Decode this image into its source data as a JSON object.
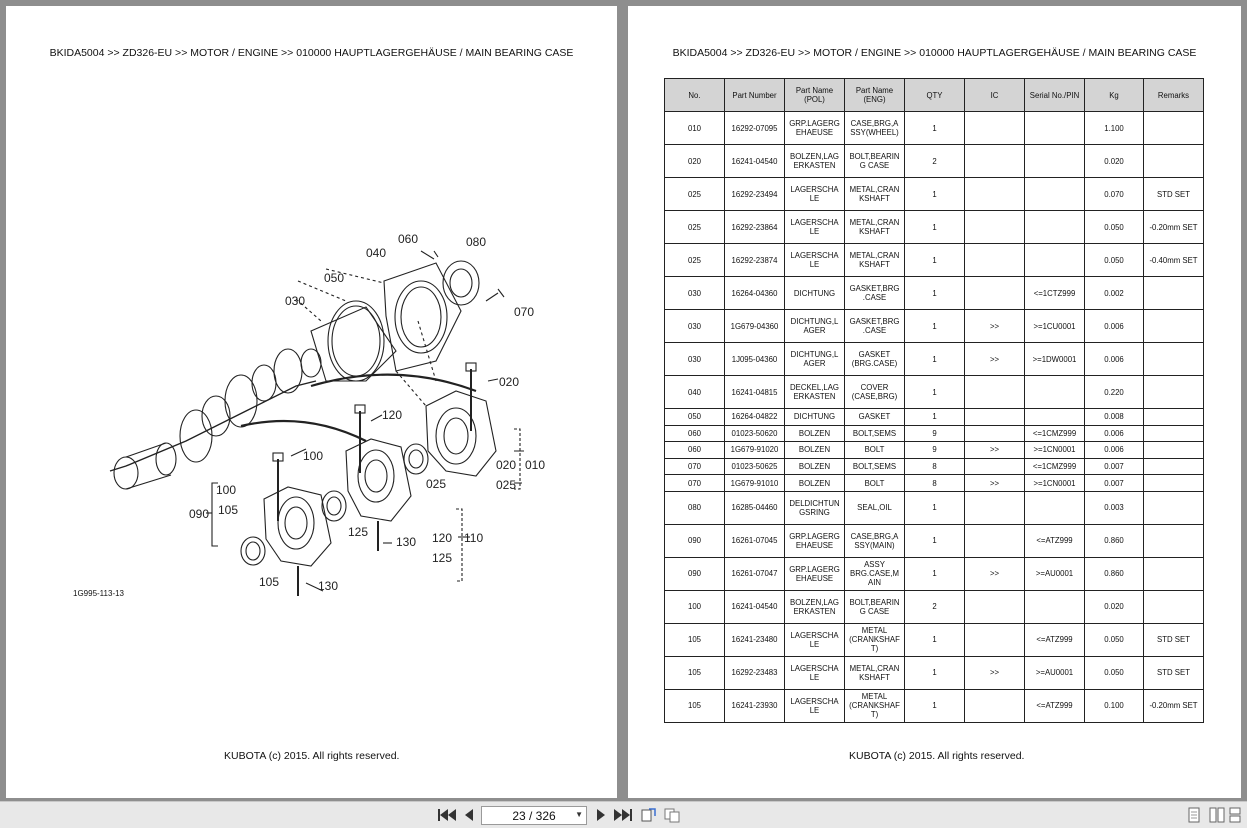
{
  "header": "BKIDA5004 >> ZD326-EU >> MOTOR / ENGINE >> 010000   HAUPTLAGERGEHÄUSE / MAIN BEARING CASE",
  "footer": "KUBOTA (c) 2015. All rights reserved.",
  "diagram": {
    "code": "1G995-113-13",
    "callouts": [
      "010",
      "020",
      "025",
      "030",
      "040",
      "050",
      "060",
      "070",
      "080",
      "090",
      "100",
      "105",
      "120",
      "125",
      "130"
    ]
  },
  "table": {
    "headers": [
      "No.",
      "Part Number",
      "Part Name (POL)",
      "Part Name (ENG)",
      "QTY",
      "IC",
      "Serial No./PIN",
      "Kg",
      "Remarks"
    ],
    "rows": [
      [
        "010",
        "16292-07095",
        "GRP.LAGERG EHAEUSE",
        "CASE,BRG,A SSY(WHEEL)",
        "1",
        "",
        "",
        "1.100",
        ""
      ],
      [
        "020",
        "16241-04540",
        "BOLZEN,LAG ERKASTEN",
        "BOLT,BEARIN G CASE",
        "2",
        "",
        "",
        "0.020",
        ""
      ],
      [
        "025",
        "16292-23494",
        "LAGERSCHA LE",
        "METAL,CRAN KSHAFT",
        "1",
        "",
        "",
        "0.070",
        "STD SET"
      ],
      [
        "025",
        "16292-23864",
        "LAGERSCHA LE",
        "METAL,CRAN KSHAFT",
        "1",
        "",
        "",
        "0.050",
        "-0.20mm SET"
      ],
      [
        "025",
        "16292-23874",
        "LAGERSCHA LE",
        "METAL,CRAN KSHAFT",
        "1",
        "",
        "",
        "0.050",
        "-0.40mm SET"
      ],
      [
        "030",
        "16264-04360",
        "DICHTUNG",
        "GASKET,BRG .CASE",
        "1",
        "",
        "<=1CTZ999",
        "0.002",
        ""
      ],
      [
        "030",
        "1G679-04360",
        "DICHTUNG,L AGER",
        "GASKET,BRG .CASE",
        "1",
        ">>",
        ">=1CU0001",
        "0.006",
        ""
      ],
      [
        "030",
        "1J095-04360",
        "DICHTUNG,L AGER",
        "GASKET (BRG.CASE)",
        "1",
        ">>",
        ">=1DW0001",
        "0.006",
        ""
      ],
      [
        "040",
        "16241-04815",
        "DECKEL,LAG ERKASTEN",
        "COVER (CASE,BRG)",
        "1",
        "",
        "",
        "0.220",
        ""
      ],
      [
        "050",
        "16264-04822",
        "DICHTUNG",
        "GASKET",
        "1",
        "",
        "",
        "0.008",
        ""
      ],
      [
        "060",
        "01023-50620",
        "BOLZEN",
        "BOLT,SEMS",
        "9",
        "",
        "<=1CMZ999",
        "0.006",
        ""
      ],
      [
        "060",
        "1G679-91020",
        "BOLZEN",
        "BOLT",
        "9",
        ">>",
        ">=1CN0001",
        "0.006",
        ""
      ],
      [
        "070",
        "01023-50625",
        "BOLZEN",
        "BOLT,SEMS",
        "8",
        "",
        "<=1CMZ999",
        "0.007",
        ""
      ],
      [
        "070",
        "1G679-91010",
        "BOLZEN",
        "BOLT",
        "8",
        ">>",
        ">=1CN0001",
        "0.007",
        ""
      ],
      [
        "080",
        "16285-04460",
        "DELDICHTUN GSRING",
        "SEAL,OIL",
        "1",
        "",
        "",
        "0.003",
        ""
      ],
      [
        "090",
        "16261-07045",
        "GRP.LAGERG EHAEUSE",
        "CASE,BRG,A SSY(MAIN)",
        "1",
        "",
        "<=ATZ999",
        "0.860",
        ""
      ],
      [
        "090",
        "16261-07047",
        "GRP.LAGERG EHAEUSE",
        "ASSY BRG.CASE,M AIN",
        "1",
        ">>",
        ">=AU0001",
        "0.860",
        ""
      ],
      [
        "100",
        "16241-04540",
        "BOLZEN,LAG ERKASTEN",
        "BOLT,BEARIN G CASE",
        "2",
        "",
        "",
        "0.020",
        ""
      ],
      [
        "105",
        "16241-23480",
        "LAGERSCHA LE",
        "METAL (CRANKSHAF T)",
        "1",
        "",
        "<=ATZ999",
        "0.050",
        "STD SET"
      ],
      [
        "105",
        "16292-23483",
        "LAGERSCHA LE",
        "METAL,CRAN KSHAFT",
        "1",
        ">>",
        ">=AU0001",
        "0.050",
        "STD SET"
      ],
      [
        "105",
        "16241-23930",
        "LAGERSCHA LE",
        "METAL (CRANKSHAF T)",
        "1",
        "",
        "<=ATZ999",
        "0.100",
        "-0.20mm SET"
      ]
    ]
  },
  "toolbar": {
    "page_indicator": "23 / 326",
    "icons": [
      "first-page-icon",
      "prev-page-icon",
      "next-page-icon",
      "last-page-icon",
      "rotate-view-icon",
      "fit-page-icon",
      "single-page-icon",
      "two-page-icon",
      "scroll-mode-icon"
    ]
  }
}
